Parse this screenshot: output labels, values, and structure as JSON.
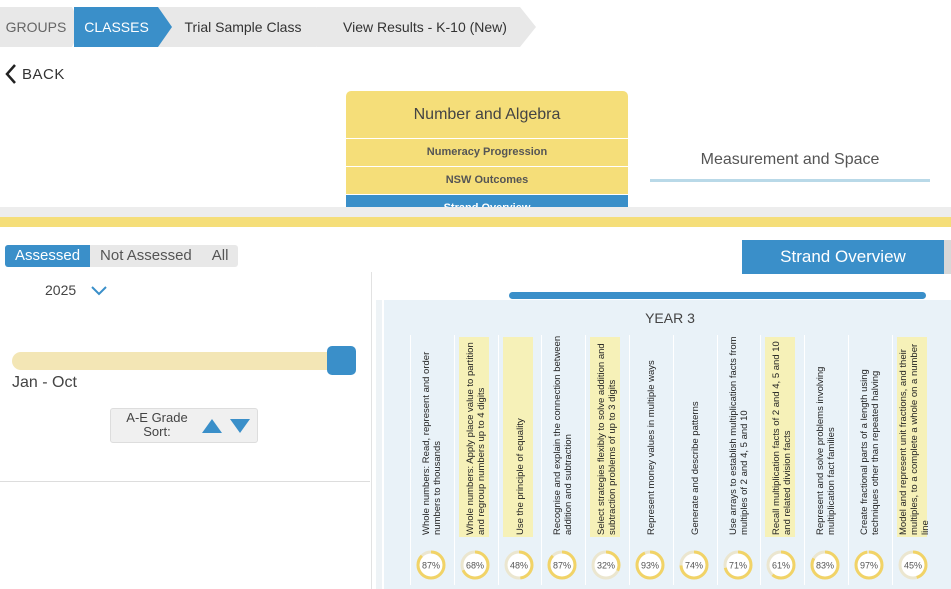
{
  "breadcrumb": {
    "groups": "GROUPS",
    "classes": "CLASSES",
    "class_name": "Trial Sample Class",
    "results": "View Results - K-10 (New)"
  },
  "back_label": "BACK",
  "tabs": {
    "number_algebra": "Number and Algebra",
    "numeracy_progression": "Numeracy Progression",
    "nsw_outcomes": "NSW Outcomes",
    "strand_overview": "Strand Overview",
    "measurement_space": "Measurement and Space"
  },
  "filter": {
    "assessed": "Assessed",
    "not_assessed": "Not Assessed",
    "all": "All"
  },
  "year_select": "2025",
  "date_range": "Jan - Oct",
  "slider_position": 1.0,
  "sort_label": "A-E Grade Sort:",
  "strand_button": "Strand Overview",
  "grid": {
    "year_title": "YEAR 3",
    "columns": [
      {
        "label": "Whole numbers: Read, represent and order numbers to thousands",
        "percent": "87%",
        "value": 0.87,
        "highlight": false
      },
      {
        "label": "Whole numbers: Apply place value to partition and regroup numbers up to 4 digits",
        "percent": "68%",
        "value": 0.68,
        "highlight": true
      },
      {
        "label": "Use the principle of equality",
        "percent": "48%",
        "value": 0.48,
        "highlight": true
      },
      {
        "label": "Recognise and explain the connection between addition and subtraction",
        "percent": "87%",
        "value": 0.87,
        "highlight": false
      },
      {
        "label": "Select strategies flexibly to solve addition and subtraction problems of up to 3 digits",
        "percent": "32%",
        "value": 0.32,
        "highlight": true
      },
      {
        "label": "Represent money values in multiple ways",
        "percent": "93%",
        "value": 0.93,
        "highlight": false
      },
      {
        "label": "Generate and describe patterns",
        "percent": "74%",
        "value": 0.74,
        "highlight": false
      },
      {
        "label": "Use arrays to establish multiplication facts from multiples of 2 and 4, 5 and 10",
        "percent": "71%",
        "value": 0.71,
        "highlight": false
      },
      {
        "label": "Recall multiplication facts of 2 and 4, 5 and 10 and related division facts",
        "percent": "61%",
        "value": 0.61,
        "highlight": true
      },
      {
        "label": "Represent and solve problems involving multiplication fact families",
        "percent": "83%",
        "value": 0.83,
        "highlight": false
      },
      {
        "label": "Create fractional parts of a length using techniques other than repeated halving",
        "percent": "97%",
        "value": 0.97,
        "highlight": false
      },
      {
        "label": "Model and represent unit fractions, and their multiples, to a complete a whole on a number line",
        "percent": "45%",
        "value": 0.45,
        "highlight": true
      }
    ]
  },
  "colors": {
    "accent_blue": "#3a8fc9",
    "tab_yellow": "#f5de79",
    "ring_yellow": "#f1d367",
    "highlight_cell": "#f6f1b8",
    "grid_bg": "#e9f2f8"
  }
}
